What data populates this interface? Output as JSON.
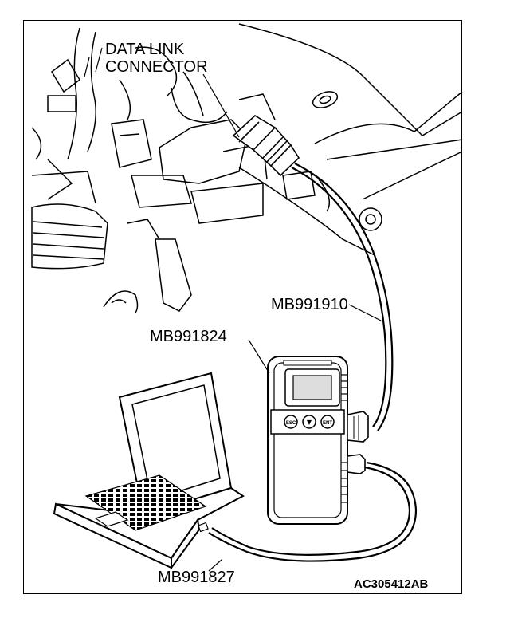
{
  "labels": {
    "data_link_line1": "DATA LINK",
    "data_link_line2": "CONNECTOR",
    "cable_910": "MB991910",
    "tester_824": "MB991824",
    "cable_827": "MB991827",
    "figure_code": "AC305412AB"
  },
  "tester_buttons": [
    "ESC",
    "▼",
    "ENT"
  ],
  "colors": {
    "line": "#000000",
    "background": "#ffffff",
    "display": "#dddddd"
  }
}
